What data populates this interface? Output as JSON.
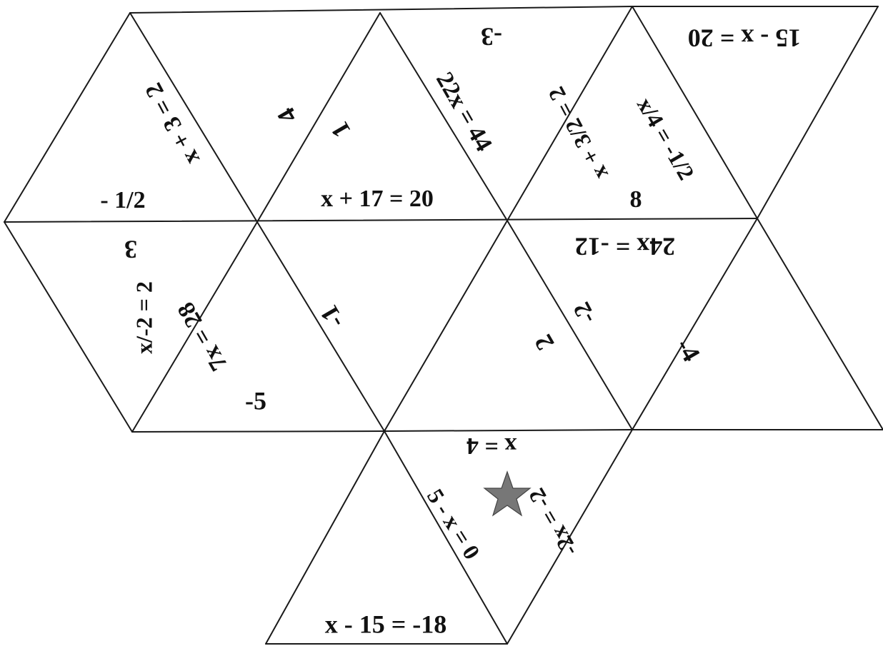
{
  "puzzle": {
    "cards": [
      {
        "id": "t1",
        "texts": [
          "x + 3 = 2",
          "- 1/2"
        ]
      },
      {
        "id": "t2",
        "texts": [
          "4"
        ]
      },
      {
        "id": "t3",
        "texts": [
          "1",
          "x + 17 = 20",
          "22x = 44"
        ]
      },
      {
        "id": "t4",
        "texts": [
          "-3"
        ]
      },
      {
        "id": "t5",
        "texts": [
          "x + 3/2 = 2",
          "x/4 = -1/2",
          "8"
        ]
      },
      {
        "id": "t6",
        "texts": [
          "15 - x = 20"
        ]
      },
      {
        "id": "t7",
        "texts": [
          "3",
          "x/-2 = 2"
        ]
      },
      {
        "id": "t8",
        "texts": [
          "7x = 28",
          "-5"
        ]
      },
      {
        "id": "t9",
        "texts": [
          "-1"
        ]
      },
      {
        "id": "t10",
        "texts": [
          "2"
        ]
      },
      {
        "id": "t11",
        "texts": [
          "-2",
          "24x = -12"
        ]
      },
      {
        "id": "t12",
        "texts": [
          "-4"
        ]
      },
      {
        "id": "t13",
        "texts": [
          "x = 4",
          "5 - x = 0",
          "-2x = -2"
        ]
      },
      {
        "id": "t14",
        "texts": [
          "x - 15 = -18"
        ]
      }
    ],
    "center_mark": {
      "icon": "star-icon",
      "color": "#777777"
    }
  }
}
